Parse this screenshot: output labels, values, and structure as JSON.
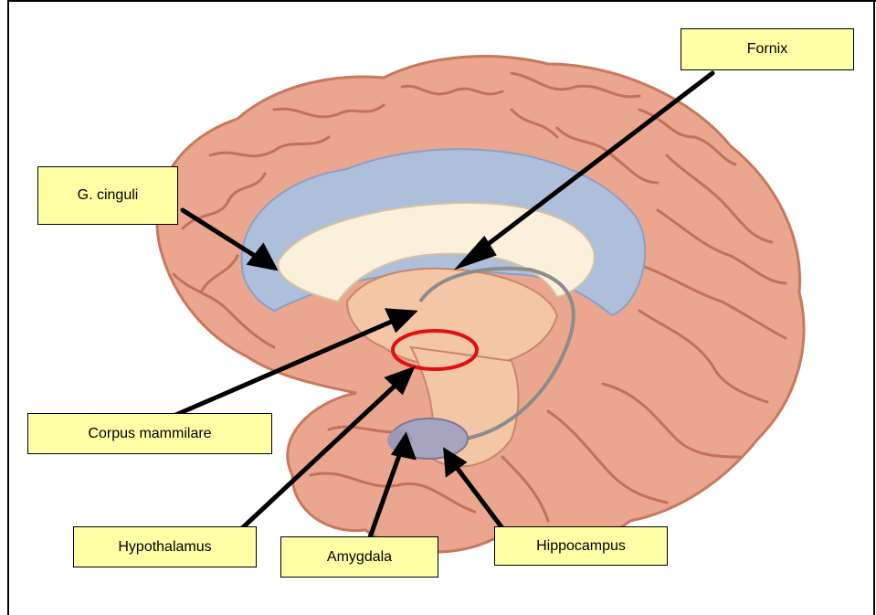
{
  "labels": {
    "fornix": "Fornix",
    "g_cinguli": "G. cinguli",
    "corpus_mammilare": "Corpus mammilare",
    "hypothalamus": "Hypothalamus",
    "amygdala": "Amygdala",
    "hippocampus": "Hippocampus"
  },
  "colors": {
    "cortex": "#eaa68e",
    "cortex_dark": "#c8785e",
    "gyrus_cinguli": "#aebfdc",
    "corpus_callosum": "#fbf0dc",
    "label_fill": "#ffffa6",
    "highlight_ring": "#e01010"
  }
}
